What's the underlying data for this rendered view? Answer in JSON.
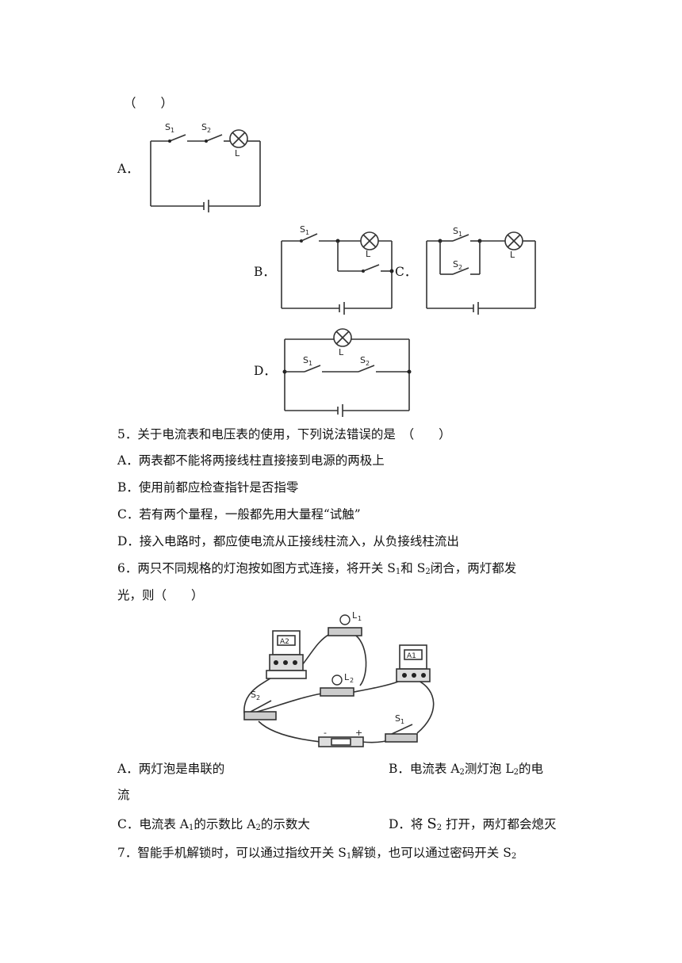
{
  "q4": {
    "paren": "（　　）",
    "options": {
      "A": "A．",
      "B": "B．",
      "C": "C．",
      "D": "D．"
    },
    "labels": {
      "s1": "S",
      "s2": "S",
      "sub1": "1",
      "sub2": "2",
      "lamp": "L"
    }
  },
  "q5": {
    "stem": "5．关于电流表和电压表的使用，下列说法错误的是　（　　）",
    "A": "A．两表都不能将两接线柱直接接到电源的两极上",
    "B": "B．使用前都应检查指针是否指零",
    "C": "C．若有两个量程，一般都先用大量程“试触”",
    "D": "D．接入电路时，都应使电流从正接线柱流入，从负接线柱流出"
  },
  "q6": {
    "stem_line1_pre": "6．两只不同规格的灯泡按如图方式连接，将开关 S",
    "stem_line1_mid": "和 S",
    "stem_line1_post": "闭合，两灯都发",
    "stem_line2": "光，则（　　）",
    "figure_labels": {
      "A2": "A2",
      "A1": "A1",
      "L1": "L",
      "L2": "L",
      "S1": "S",
      "S2": "S",
      "one": "1",
      "two": "2",
      "minus": "-",
      "plus": "+"
    },
    "A": "A．两灯泡是串联的",
    "B_pre": "B．电流表 A",
    "B_mid": "测灯泡 L",
    "B_post": "的电",
    "B_wrap": "流",
    "C_pre": "C．电流表 A",
    "C_mid": "的示数比 A",
    "C_post": "的示数大",
    "D_pre": "D．将",
    "D_sym": "S",
    "D_post": "打开，两灯都会熄灭",
    "sub1": "1",
    "sub2": "2"
  },
  "q7": {
    "stem_pre": "7．智能手机解锁时，可以通过指纹开关 S",
    "stem_mid": "解锁，也可以通过密码开关 S",
    "sub1": "1",
    "sub2": "2"
  }
}
